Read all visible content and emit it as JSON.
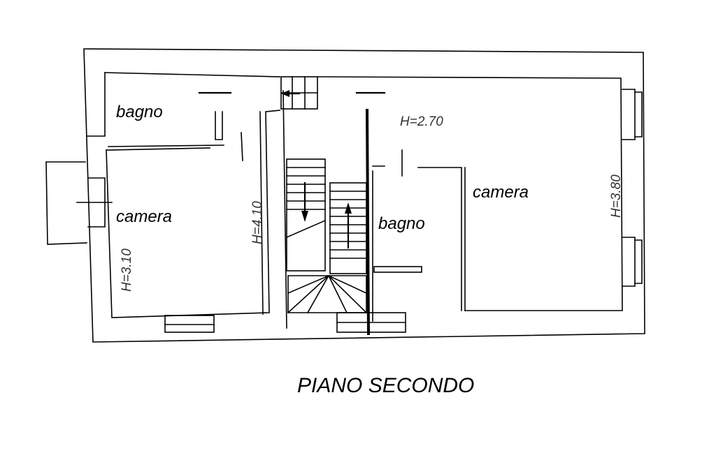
{
  "plan": {
    "title": "PIANO SECONDO",
    "rooms": {
      "bagno_left": "bagno",
      "camera_left": "camera",
      "bagno_center": "bagno",
      "camera_right": "camera"
    },
    "heights": {
      "h_camera_left": "H=3.10",
      "h_corridor": "H=4.10",
      "h_upper": "H=2.70",
      "h_camera_right": "H=3.80"
    },
    "stair_arrows": [
      "down-arrow-icon",
      "up-arrow-icon",
      "left-arrow-icon"
    ]
  }
}
